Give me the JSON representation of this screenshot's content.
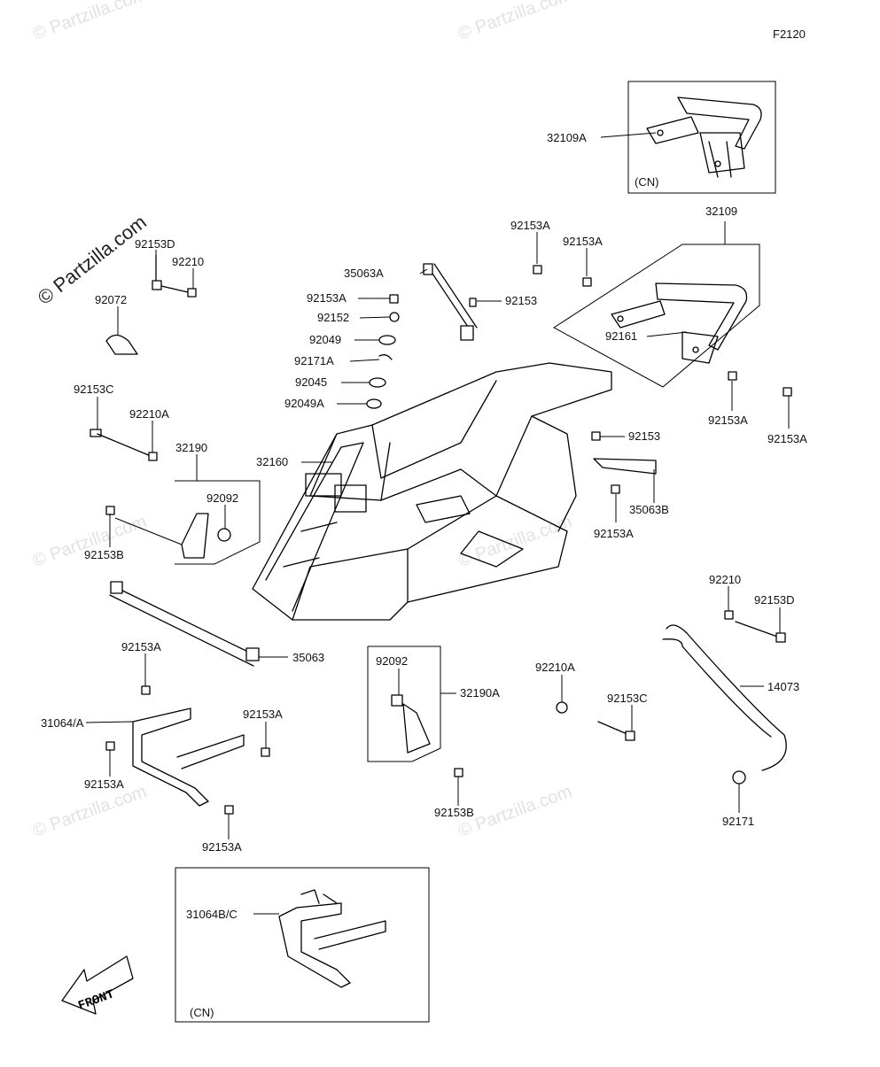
{
  "figure_code": "F2120",
  "watermark_text": "© Partzilla.com",
  "front_arrow_text": "FRONT",
  "labels": {
    "l32109A": "32109A",
    "lCN1": "(CN)",
    "l32109": "32109",
    "l92153A_1": "92153A",
    "l92153A_2": "92153A",
    "l35063A": "35063A",
    "l92153A_3": "92153A",
    "l92153_1": "92153",
    "l92152": "92152",
    "l92049": "92049",
    "l92161": "92161",
    "l92171A": "92171A",
    "l92045": "92045",
    "l92153A_4": "92153A",
    "l92153A_5": "92153A",
    "l92049A": "92049A",
    "l92153_2": "92153",
    "l32160": "32160",
    "l35063B": "35063B",
    "l92153A_6": "92153A",
    "l92153D_1": "92153D",
    "l92210_1": "92210",
    "l92072": "92072",
    "l92153C_1": "92153C",
    "l92210A_1": "92210A",
    "l32190": "32190",
    "l92092_1": "92092",
    "l92153B_1": "92153B",
    "l35063": "35063",
    "l92210_2": "92210",
    "l92153D_2": "92153D",
    "l14073": "14073",
    "l92153A_7": "92153A",
    "l92092_2": "92092",
    "l32190A": "32190A",
    "l92210A_2": "92210A",
    "l92153C_2": "92153C",
    "l31064A": "31064/A",
    "l92153A_8": "92153A",
    "l92153A_9": "92153A",
    "l92153B_2": "92153B",
    "l92171": "92171",
    "l92153A_10": "92153A",
    "l31064BC": "31064B/C",
    "lCN2": "(CN)"
  }
}
